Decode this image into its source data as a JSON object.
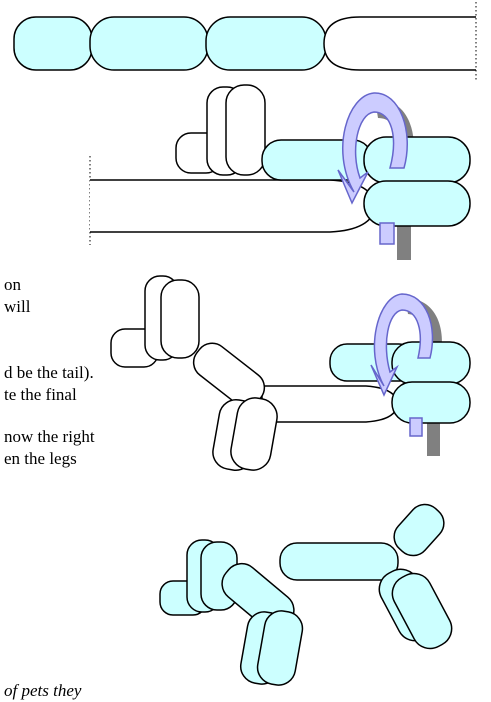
{
  "colors": {
    "balloon_fill": "#ccffff",
    "white_balloon_fill": "#ffffff",
    "outline": "#000000",
    "twist_arrow_fill": "#ccccff",
    "twist_arrow_stroke": "#6666cc",
    "shadow_gray": "#808080"
  },
  "text_fragments": [
    "on",
    "will",
    "d be the tail).",
    "te the final",
    "now the right",
    "en the legs",
    "of pets they"
  ]
}
